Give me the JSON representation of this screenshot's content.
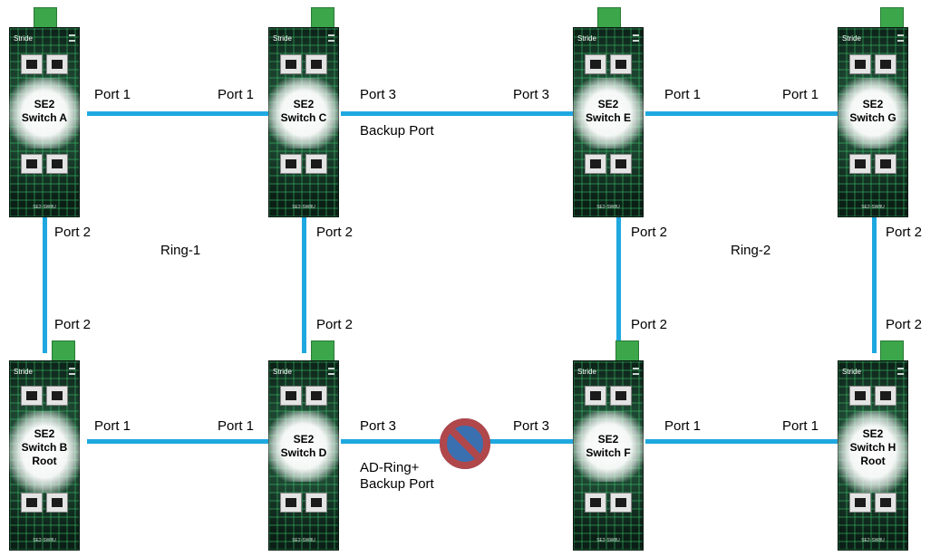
{
  "switches": {
    "a": {
      "name_line1": "SE2",
      "name_line2": "Switch A",
      "name_line3": "",
      "brand": "Stride",
      "model": "SE2-SW8U"
    },
    "c": {
      "name_line1": "SE2",
      "name_line2": "Switch C",
      "name_line3": "",
      "brand": "Stride",
      "model": "SE2-SW8U"
    },
    "e": {
      "name_line1": "SE2",
      "name_line2": "Switch E",
      "name_line3": "",
      "brand": "Stride",
      "model": "SE2-SW8U"
    },
    "g": {
      "name_line1": "SE2",
      "name_line2": "Switch G",
      "name_line3": "",
      "brand": "Stride",
      "model": "SE2-SW8U"
    },
    "b": {
      "name_line1": "SE2",
      "name_line2": "Switch B",
      "name_line3": "Root",
      "brand": "Stride",
      "model": "SE2-SW8U"
    },
    "d": {
      "name_line1": "SE2",
      "name_line2": "Switch D",
      "name_line3": "",
      "brand": "Stride",
      "model": "SE2-SW8U"
    },
    "f": {
      "name_line1": "SE2",
      "name_line2": "Switch F",
      "name_line3": "",
      "brand": "Stride",
      "model": "SE2-SW8U"
    },
    "h": {
      "name_line1": "SE2",
      "name_line2": "Switch H",
      "name_line3": "Root",
      "brand": "Stride",
      "model": "SE2-SW8U"
    }
  },
  "labels": {
    "a_c_left": "Port 1",
    "a_c_right": "Port 1",
    "c_e_left": "Port 3",
    "c_e_right": "Port 3",
    "c_e_backup": "Backup Port",
    "e_g_left": "Port 1",
    "e_g_right": "Port 1",
    "a_down": "Port 2",
    "c_down": "Port 2",
    "e_down": "Port 2",
    "g_down": "Port 2",
    "b_up": "Port 2",
    "d_up": "Port 2",
    "f_up": "Port 2",
    "h_up": "Port 2",
    "ring1": "Ring-1",
    "ring2": "Ring-2",
    "b_d_left": "Port 1",
    "b_d_right": "Port 1",
    "d_f_left": "Port 3",
    "d_f_right": "Port 3",
    "d_f_backup": "AD-Ring+\nBackup Port",
    "f_h_left": "Port 1",
    "f_h_right": "Port 1"
  },
  "colors": {
    "link": "#1fa8e0",
    "block_sign": "#b0474b",
    "block_bg": "#3a6fb0"
  },
  "icons": {
    "blocked_link": "prohibited-sign-icon"
  }
}
